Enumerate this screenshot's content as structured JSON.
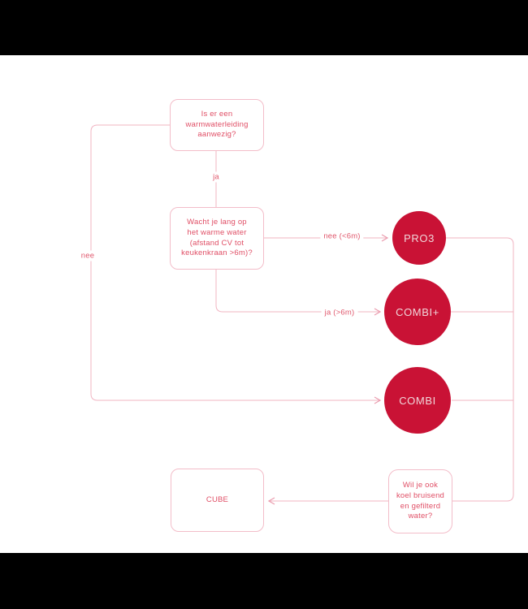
{
  "colors": {
    "background": "#ffffff",
    "letterbox": "#000000",
    "question_text": "#e04f66",
    "node_border": "#f3bdc9",
    "connector_line": "#f1b4c2",
    "circle_fill": "#c91235",
    "circle_text": "#f0d6da"
  },
  "flowchart": {
    "questions": {
      "warmwater": "Is er een\nwarmwaterleiding\naanwezig?",
      "wait": "Wacht je lang op\nhet warme water\n(afstand CV tot\nkeukenkraan >6m)?",
      "cool": "Wil je ook\nkoel bruisend\nen gefilterd\nwater?"
    },
    "edge_labels": {
      "ja": "ja",
      "nee": "nee",
      "nee_6m": "nee (<6m)",
      "ja_6m": "ja (>6m)"
    },
    "products": {
      "pro3": "PRO3",
      "combiplus": "COMBI+",
      "combi": "COMBI",
      "cube": "CUBE"
    }
  }
}
